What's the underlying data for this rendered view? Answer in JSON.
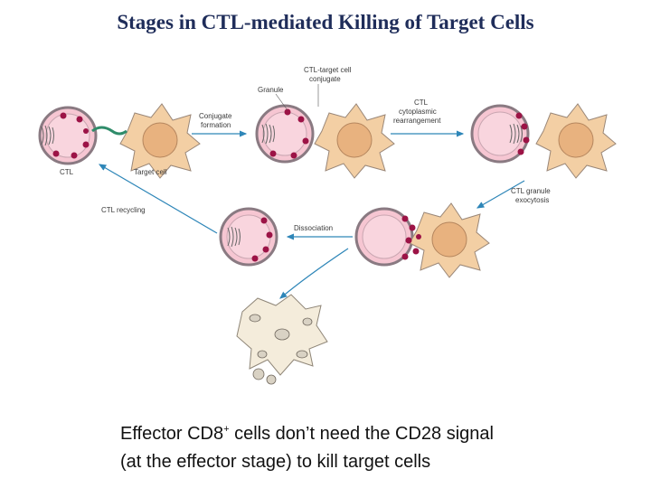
{
  "title": "Stages in CTL-mediated Killing of Target Cells",
  "caption": {
    "line1_pre": "Effector CD8",
    "line1_sup": "+",
    "line1_post": " cells don’t need the CD28 signal",
    "line2": "(at the effector stage) to kill target cells"
  },
  "labels": {
    "granule": "Granule",
    "conjugate_line1": "CTL-target cell",
    "conjugate_line2": "conjugate",
    "conj_form_line1": "Conjugate",
    "conj_form_line2": "formation",
    "cyto_line1": "CTL",
    "cyto_line2": "cytoplasmic",
    "cyto_line3": "rearrangement",
    "ctl": "CTL",
    "target": "Target cell",
    "recycling": "CTL recycling",
    "exo_line1": "CTL granule",
    "exo_line2": "exocytosis",
    "dissociation": "Dissociation"
  },
  "colors": {
    "title": "#1f2d5a",
    "ctl_body": "#f6c6d2",
    "ctl_outline": "#8a7a82",
    "granule": "#9c1346",
    "target_body": "#f3cfa4",
    "nucleus": "#e8b27f",
    "arrow": "#2e86b8"
  }
}
